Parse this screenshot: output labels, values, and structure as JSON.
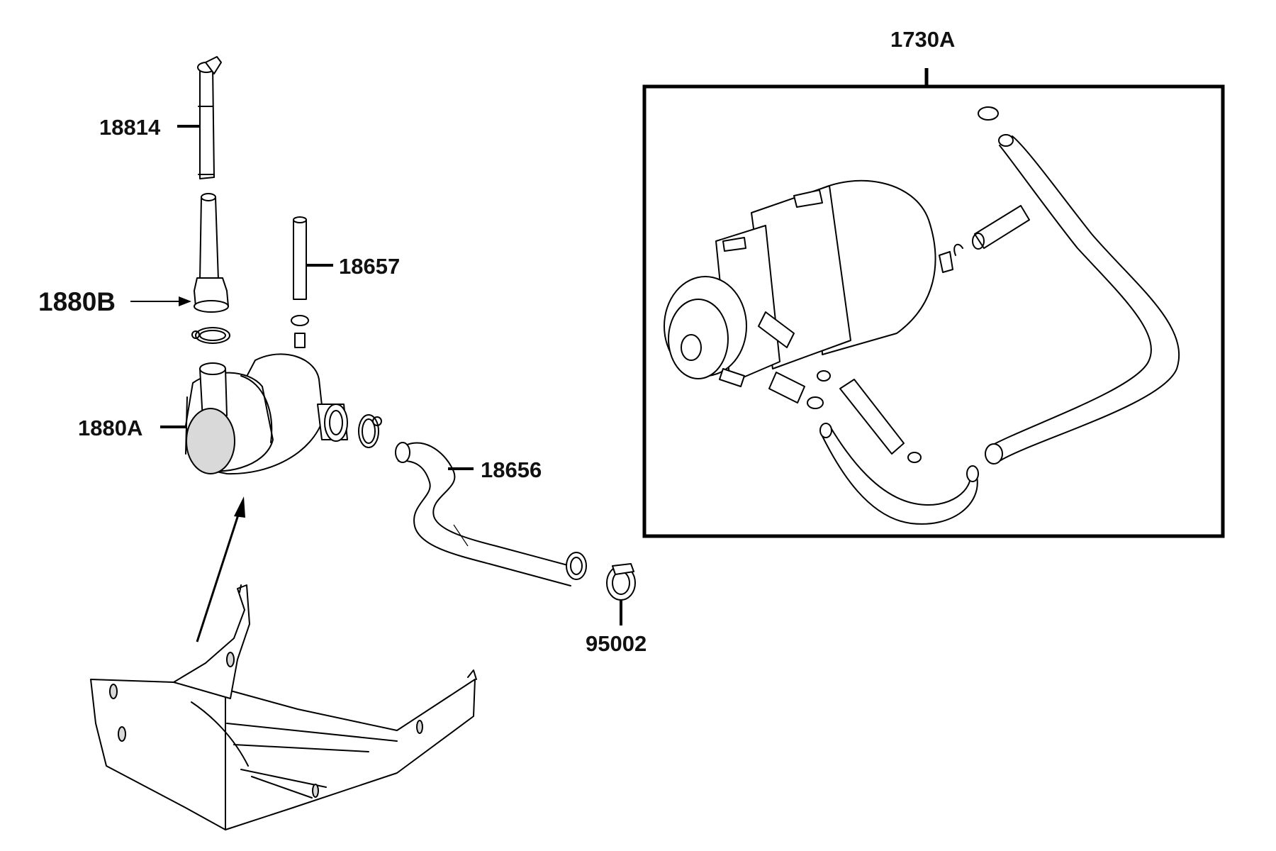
{
  "labels": {
    "p18814": "18814",
    "p1880B": "1880B",
    "p18657": "18657",
    "p1880A": "1880A",
    "p18656": "18656",
    "p95002": "95002",
    "p1730A": "1730A"
  }
}
